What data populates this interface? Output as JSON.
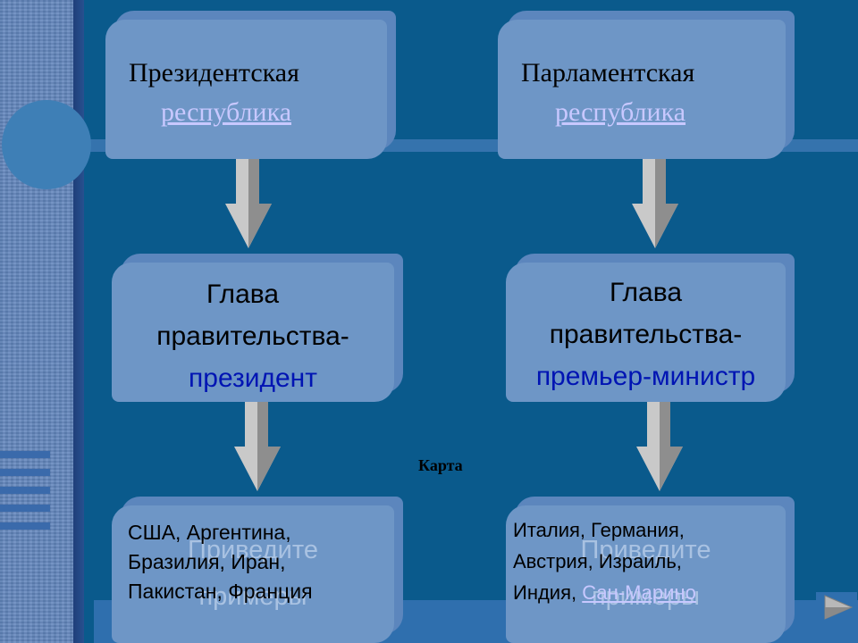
{
  "left_column": {
    "top": {
      "line1": "Президентская",
      "line2": "республика"
    },
    "middle": {
      "line1": "Глава",
      "line2": "правительства-",
      "line3": "президент"
    },
    "bottom": {
      "ghost_line1": "Приведите",
      "ghost_line2": "примеры",
      "line1": "США, Аргентина,",
      "line2": "Бразилия, Иран,",
      "line3": "Пакистан, Франция"
    }
  },
  "right_column": {
    "top": {
      "line1": "Парламентская",
      "line2": "республика"
    },
    "middle": {
      "line1": "Глава",
      "line2": "правительства-",
      "line3": "премьер-министр"
    },
    "bottom": {
      "ghost_line1": "Приведите",
      "ghost_line2": "примеры",
      "line1": "Италия, Германия,",
      "line2": "Австрия, Израиль,",
      "line3": "Индия,",
      "link": "Сан-Марино"
    }
  },
  "map_label": "Карта",
  "icons": [
    "arrow-down-icon",
    "next-slide-icon"
  ],
  "colors": {
    "background": "#0a5a8c",
    "box": "#6e96c6",
    "highlight": "#0014b3",
    "link": "#c8c8ff"
  }
}
